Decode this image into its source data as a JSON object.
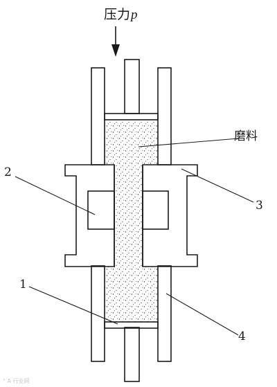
{
  "labels": {
    "pressure_cn": "压力",
    "pressure_symbol": "p",
    "abrasive": "磨料",
    "part_1": "1",
    "part_2": "2",
    "part_3": "3",
    "part_4": "4"
  },
  "watermark": "° A·行业网",
  "colors": {
    "line": "#1a1a1a",
    "background": "#ffffff"
  }
}
